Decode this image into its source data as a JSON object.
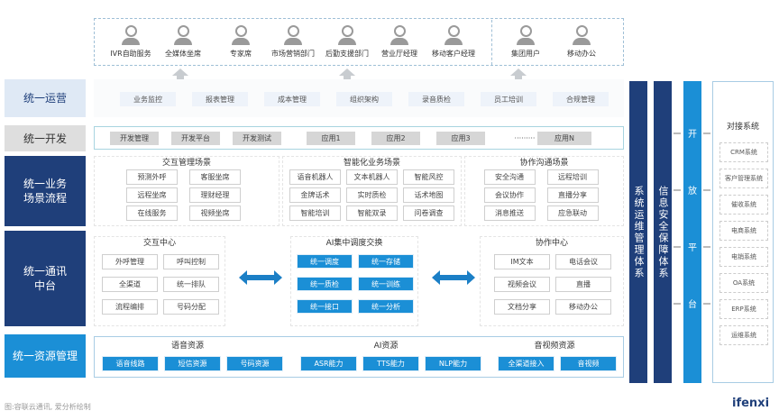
{
  "users": {
    "left": [
      "IVR自助服务",
      "全媒体坐席",
      "专家席",
      "市场营销部门",
      "后勤支援部门",
      "营业厅经理",
      "移动客户经理"
    ],
    "right": [
      "集团用户",
      "移动办公"
    ]
  },
  "rows": {
    "ops": "统一运营",
    "dev": "统一开发",
    "biz": "统一业务场景流程",
    "comm": "统一通讯中台",
    "res": "统一资源管理"
  },
  "ops_items": [
    "业务监控",
    "报表管理",
    "成本管理",
    "组织架构",
    "录音质检",
    "员工培训",
    "合规管理"
  ],
  "dev_items": [
    "开发管理",
    "开发平台",
    "开发测试",
    "应用1",
    "应用2",
    "应用3",
    "·········",
    "应用N"
  ],
  "scenes": [
    {
      "title": "交互管理场景",
      "items": [
        "预测外呼",
        "客服坐席",
        "远程坐席",
        "理财经理",
        "在线服务",
        "视频坐席"
      ]
    },
    {
      "title": "智能化业务场景",
      "items": [
        "语音机器人",
        "文本机器人",
        "智能风控",
        "金牌话术",
        "实时质检",
        "话术地图",
        "智能培训",
        "智能双录",
        "问卷调查"
      ]
    },
    {
      "title": "协作沟通场景",
      "items": [
        "安全沟通",
        "远程培训",
        "会议协作",
        "直播分享",
        "消息推送",
        "应急联动"
      ]
    }
  ],
  "centers": [
    {
      "title": "交互中心",
      "items": [
        "外呼管理",
        "呼叫控制",
        "全渠道",
        "统一排队",
        "流程编排",
        "号码分配"
      ]
    },
    {
      "title": "AI集中调度交换",
      "items": [
        "统一调度",
        "统一存储",
        "统一质检",
        "统一训练",
        "统一接口",
        "统一分析"
      ]
    },
    {
      "title": "协作中心",
      "items": [
        "IM文本",
        "电话会议",
        "视频会议",
        "直播",
        "文档分享",
        "移动办公"
      ]
    }
  ],
  "resources": [
    {
      "title": "语音资源",
      "items": [
        "语音线路",
        "短信资源",
        "号码资源"
      ]
    },
    {
      "title": "AI资源",
      "items": [
        "ASR能力",
        "TTS能力",
        "NLP能力"
      ]
    },
    {
      "title": "音视频资源",
      "items": [
        "全渠道接入",
        "音视频"
      ]
    }
  ],
  "side": {
    "ops_sys": "系统运维管理体系",
    "sec_sys": "信息安全保障体系",
    "open": [
      "开",
      "放",
      "平",
      "台"
    ],
    "dock_title": "对接系统",
    "dock": [
      "CRM系统",
      "客户管理系统",
      "催收系统",
      "电商系统",
      "电销系统",
      "OA系统",
      "ERP系统",
      "运维系统"
    ]
  },
  "footer": {
    "caption": "图:容联云通讯, 爱分析绘制",
    "logo": "ifenxi"
  },
  "colors": {
    "navy": "#1f3f7a",
    "blue": "#1b8fd6"
  }
}
